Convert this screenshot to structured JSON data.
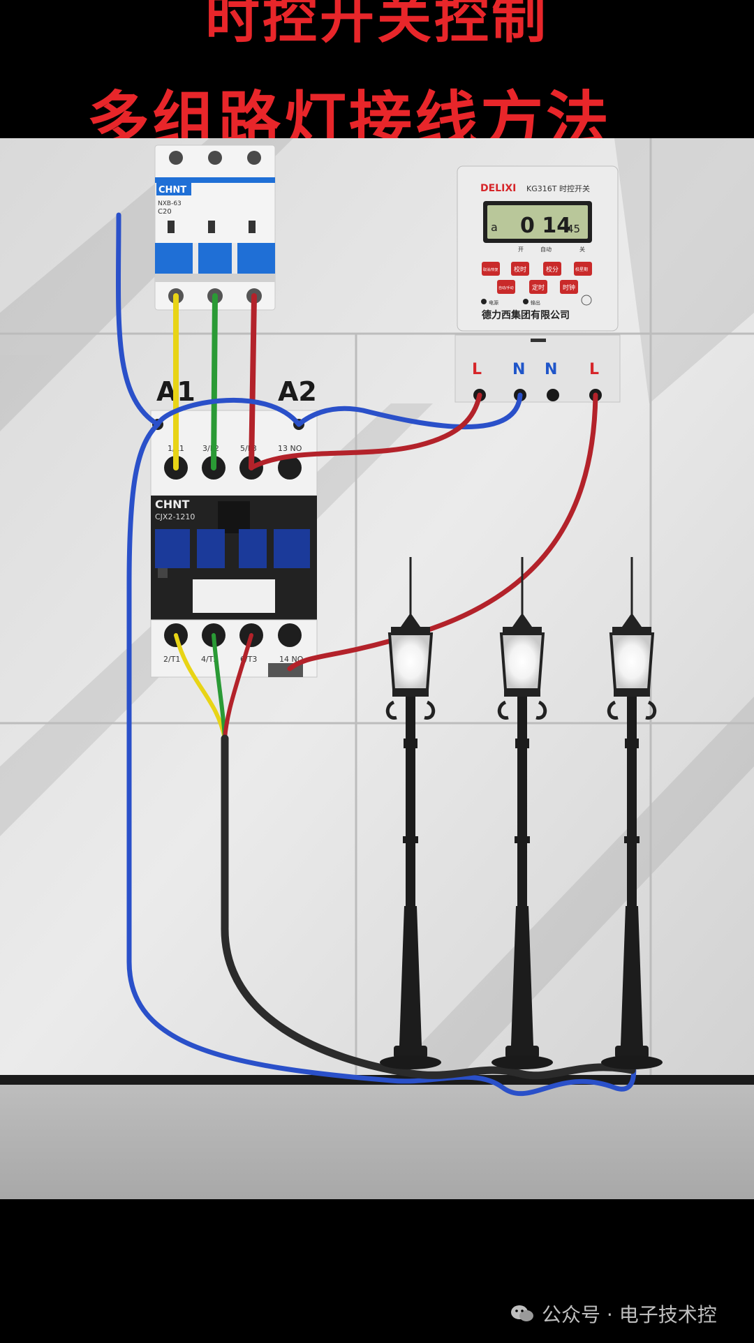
{
  "title": {
    "line1": "时控开关控制",
    "line2": "多组路灯接线方法"
  },
  "breaker": {
    "brand": "CHNT",
    "model": "NXB-63",
    "rating": "C20"
  },
  "timer": {
    "brand": "DELIXI",
    "model": "KG316T 时控开关",
    "display_prefix": "a",
    "display_time": "0 14",
    "display_seconds": "45",
    "status_labels": [
      "开",
      "自动",
      "关"
    ],
    "buttons": [
      "取消/恢复",
      "校时",
      "校分",
      "校星期",
      "自动/手动",
      "定时",
      "时钟"
    ],
    "indicator_labels": [
      "电源",
      "输出"
    ],
    "company": "德力西集团有限公司",
    "terminals": [
      "L",
      "N",
      "N",
      "L"
    ]
  },
  "contactor": {
    "coil_a1": "A1",
    "coil_a2": "A2",
    "brand": "CHNT",
    "model": "CJX2-1210",
    "top_terminals": [
      "1/L1",
      "3/L2",
      "5/L3",
      "13 NO"
    ],
    "bottom_terminals": [
      "2/T1",
      "4/T2",
      "6/T3",
      "14 NO"
    ]
  },
  "lamps": {
    "count": 3
  },
  "footer": {
    "text": "公众号 · 电子技术控"
  },
  "colors": {
    "title": "#e8262a",
    "wire_yellow": "#e8d416",
    "wire_green": "#2a9a35",
    "wire_red": "#b3222a",
    "wire_blue": "#2a50c9",
    "wire_black": "#2b2b2b",
    "breaker_blue": "#1f6fd6"
  }
}
